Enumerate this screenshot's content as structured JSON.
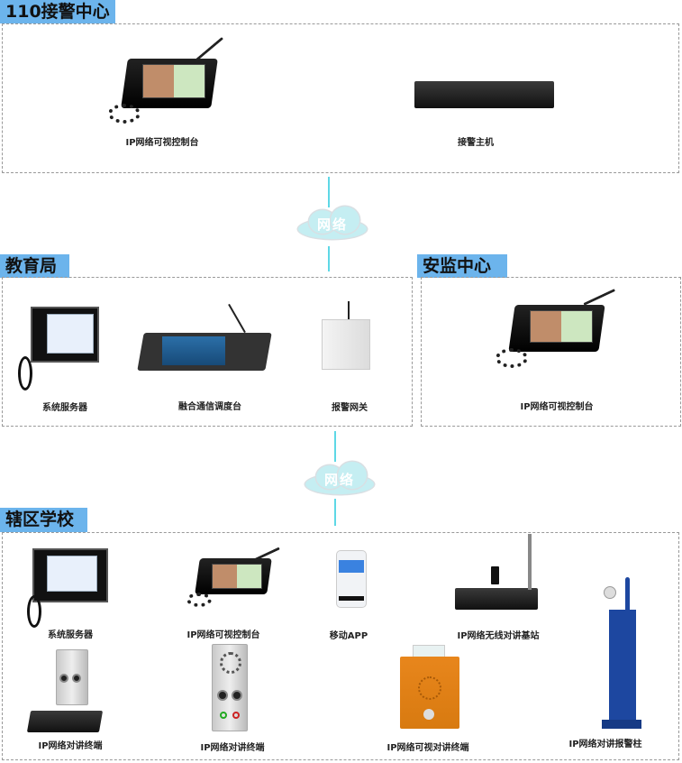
{
  "sections": {
    "command_center": {
      "title": "110接警中心",
      "items": [
        "IP网络可视控制台",
        "接警主机"
      ]
    },
    "education_bureau": {
      "title": "教育局",
      "items": [
        "系统服务器",
        "融合通信调度台",
        "报警网关"
      ]
    },
    "safety_center": {
      "title": "安监中心",
      "items": [
        "IP网络可视控制台"
      ]
    },
    "schools": {
      "title": "辖区学校",
      "items": [
        "系统服务器",
        "IP网络可视控制台",
        "移动APP",
        "IP网络无线对讲基站",
        "IP网络对讲终端",
        "IP网络对讲终端",
        "IP网络可视对讲终端",
        "IP网络对讲报警柱"
      ]
    }
  },
  "network": {
    "upper": "网络",
    "lower": "网络"
  },
  "colors": {
    "tab": "#6cb4ec",
    "link": "#5ed8e6",
    "cloud": "#c5eef2",
    "orange_terminal": "#e6891f",
    "pillar": "#1d47a0"
  }
}
